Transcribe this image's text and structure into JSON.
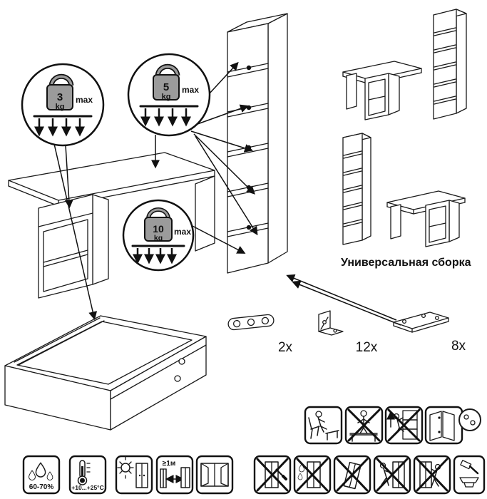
{
  "weight_limits": [
    {
      "value": "3",
      "unit": "kg",
      "max_label": "max"
    },
    {
      "value": "5",
      "unit": "kg",
      "max_label": "max"
    },
    {
      "value": "10",
      "unit": "kg",
      "max_label": "max"
    }
  ],
  "hardware": [
    {
      "part": "connector-strip",
      "qty": "2x"
    },
    {
      "part": "corner-bracket",
      "qty": "12x"
    },
    {
      "part": "mounting-plate",
      "qty": "8x"
    }
  ],
  "assembly_title": "Универсальная сборка",
  "conditions": {
    "humidity": "60-70%",
    "temperature": "+10...+25°C",
    "min_distance": "≥1м"
  }
}
